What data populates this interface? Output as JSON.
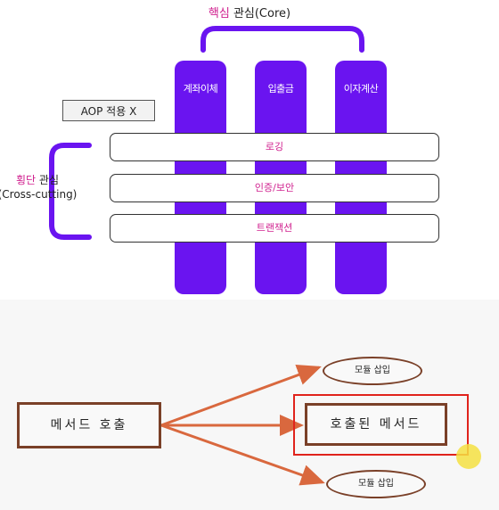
{
  "top_diagram": {
    "core_title_highlight": "핵심",
    "core_title_rest": " 관심(Core)",
    "pillars": [
      "계좌이체",
      "입출금",
      "이자계산"
    ],
    "aop_label": "AOP 적용 X",
    "bars": [
      "로깅",
      "인증/보안",
      "트랜잭션"
    ],
    "cross_title_highlight": "횡단",
    "cross_title_rest": " 관심",
    "cross_subtitle": "(Cross-cutting)",
    "colors": {
      "pillar": "#6a14f0",
      "highlight": "#d0218f"
    }
  },
  "bottom_diagram": {
    "caller": "메서드 호출",
    "target": "호출된 메서드",
    "module_top": "모듈 삽입",
    "module_bottom": "모듈 삽입",
    "colors": {
      "border": "#7a4028",
      "arrow": "#d9683e",
      "highlight": "#e0231c"
    }
  }
}
